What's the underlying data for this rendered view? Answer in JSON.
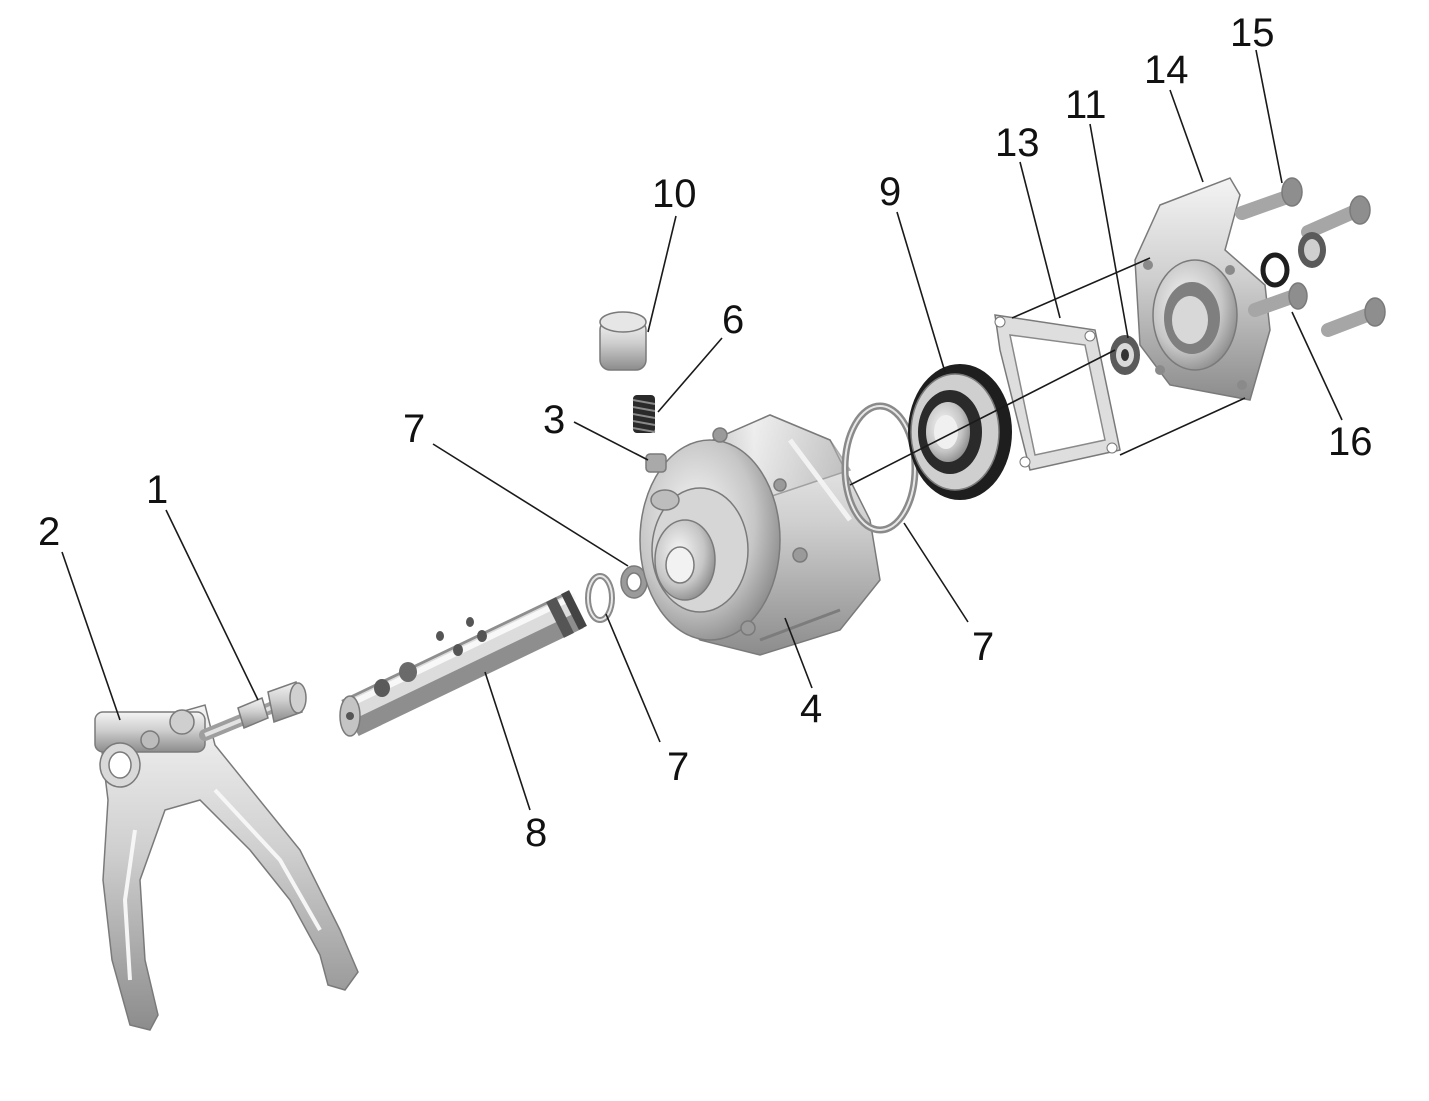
{
  "callouts": [
    {
      "id": "c1",
      "text": "1"
    },
    {
      "id": "c2",
      "text": "2"
    },
    {
      "id": "c3",
      "text": "3"
    },
    {
      "id": "c4",
      "text": "4"
    },
    {
      "id": "c6",
      "text": "6"
    },
    {
      "id": "c7a",
      "text": "7"
    },
    {
      "id": "c7b",
      "text": "7"
    },
    {
      "id": "c7c",
      "text": "7"
    },
    {
      "id": "c8",
      "text": "8"
    },
    {
      "id": "c9",
      "text": "9"
    },
    {
      "id": "c10",
      "text": "10"
    },
    {
      "id": "c11",
      "text": "11"
    },
    {
      "id": "c13",
      "text": "13"
    },
    {
      "id": "c14",
      "text": "14"
    },
    {
      "id": "c15",
      "text": "15"
    },
    {
      "id": "c16",
      "text": "16"
    }
  ],
  "colors": {
    "background": "#ffffff",
    "metal_light": "#e4e4e4",
    "metal_mid": "#bdbdbd",
    "metal_dark": "#8a8a8a",
    "seal_black": "#1e1e1e",
    "text": "#111111"
  }
}
